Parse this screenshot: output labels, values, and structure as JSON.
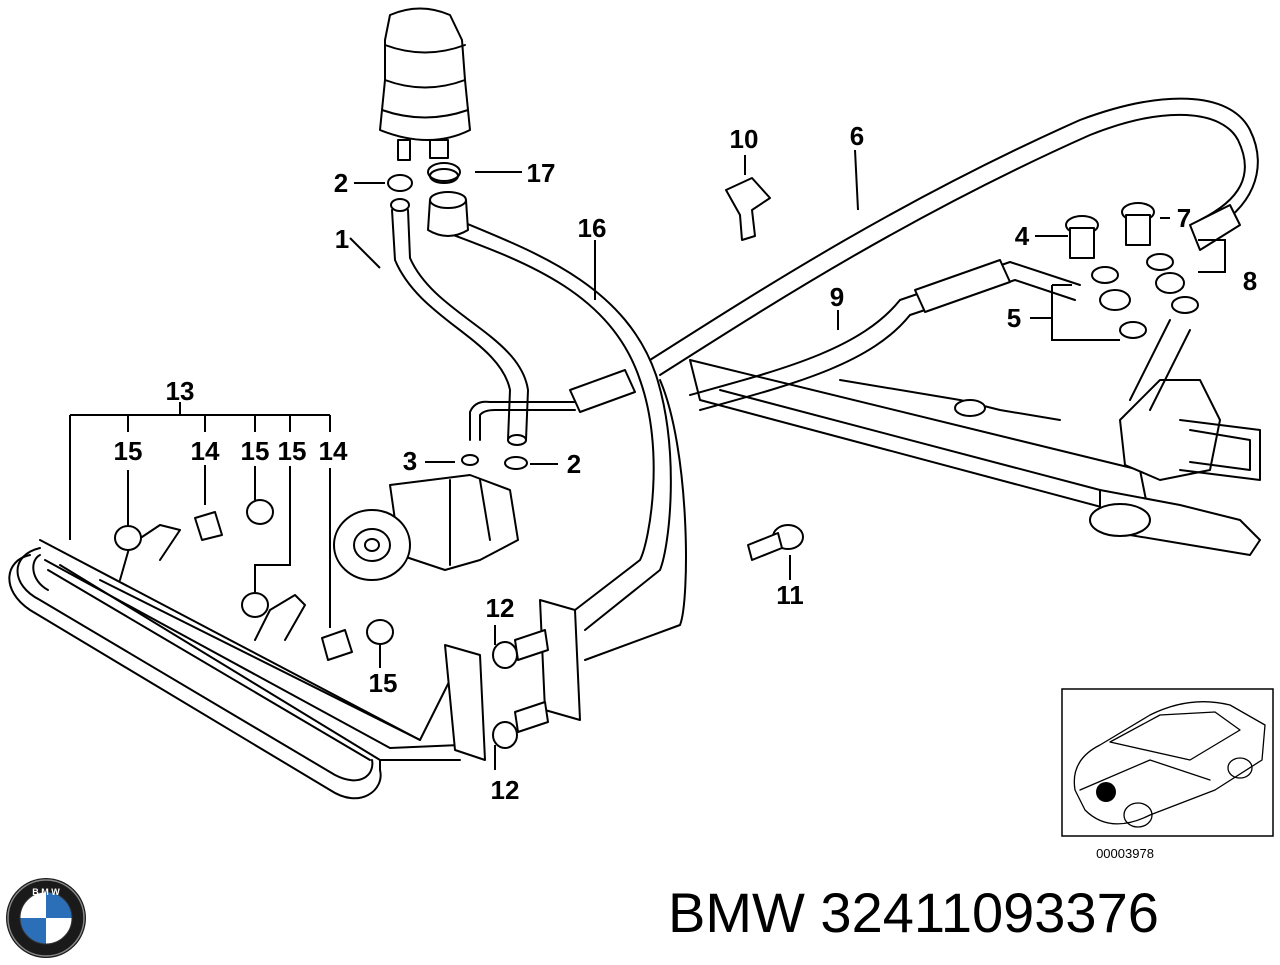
{
  "callouts": {
    "c1": "1",
    "c2a": "2",
    "c2b": "2",
    "c3": "3",
    "c4": "4",
    "c5": "5",
    "c6": "6",
    "c7": "7",
    "c8": "8",
    "c9": "9",
    "c10": "10",
    "c11": "11",
    "c12a": "12",
    "c12b": "12",
    "c13": "13",
    "c14a": "14",
    "c14b": "14",
    "c15a": "15",
    "c15b": "15",
    "c15c": "15",
    "c15d": "15",
    "c16": "16",
    "c17": "17"
  },
  "inset": {
    "code": "00003978"
  },
  "footer": {
    "brand": "BMW",
    "part_number": "32411093376"
  },
  "logo": {
    "text": "B M W"
  }
}
